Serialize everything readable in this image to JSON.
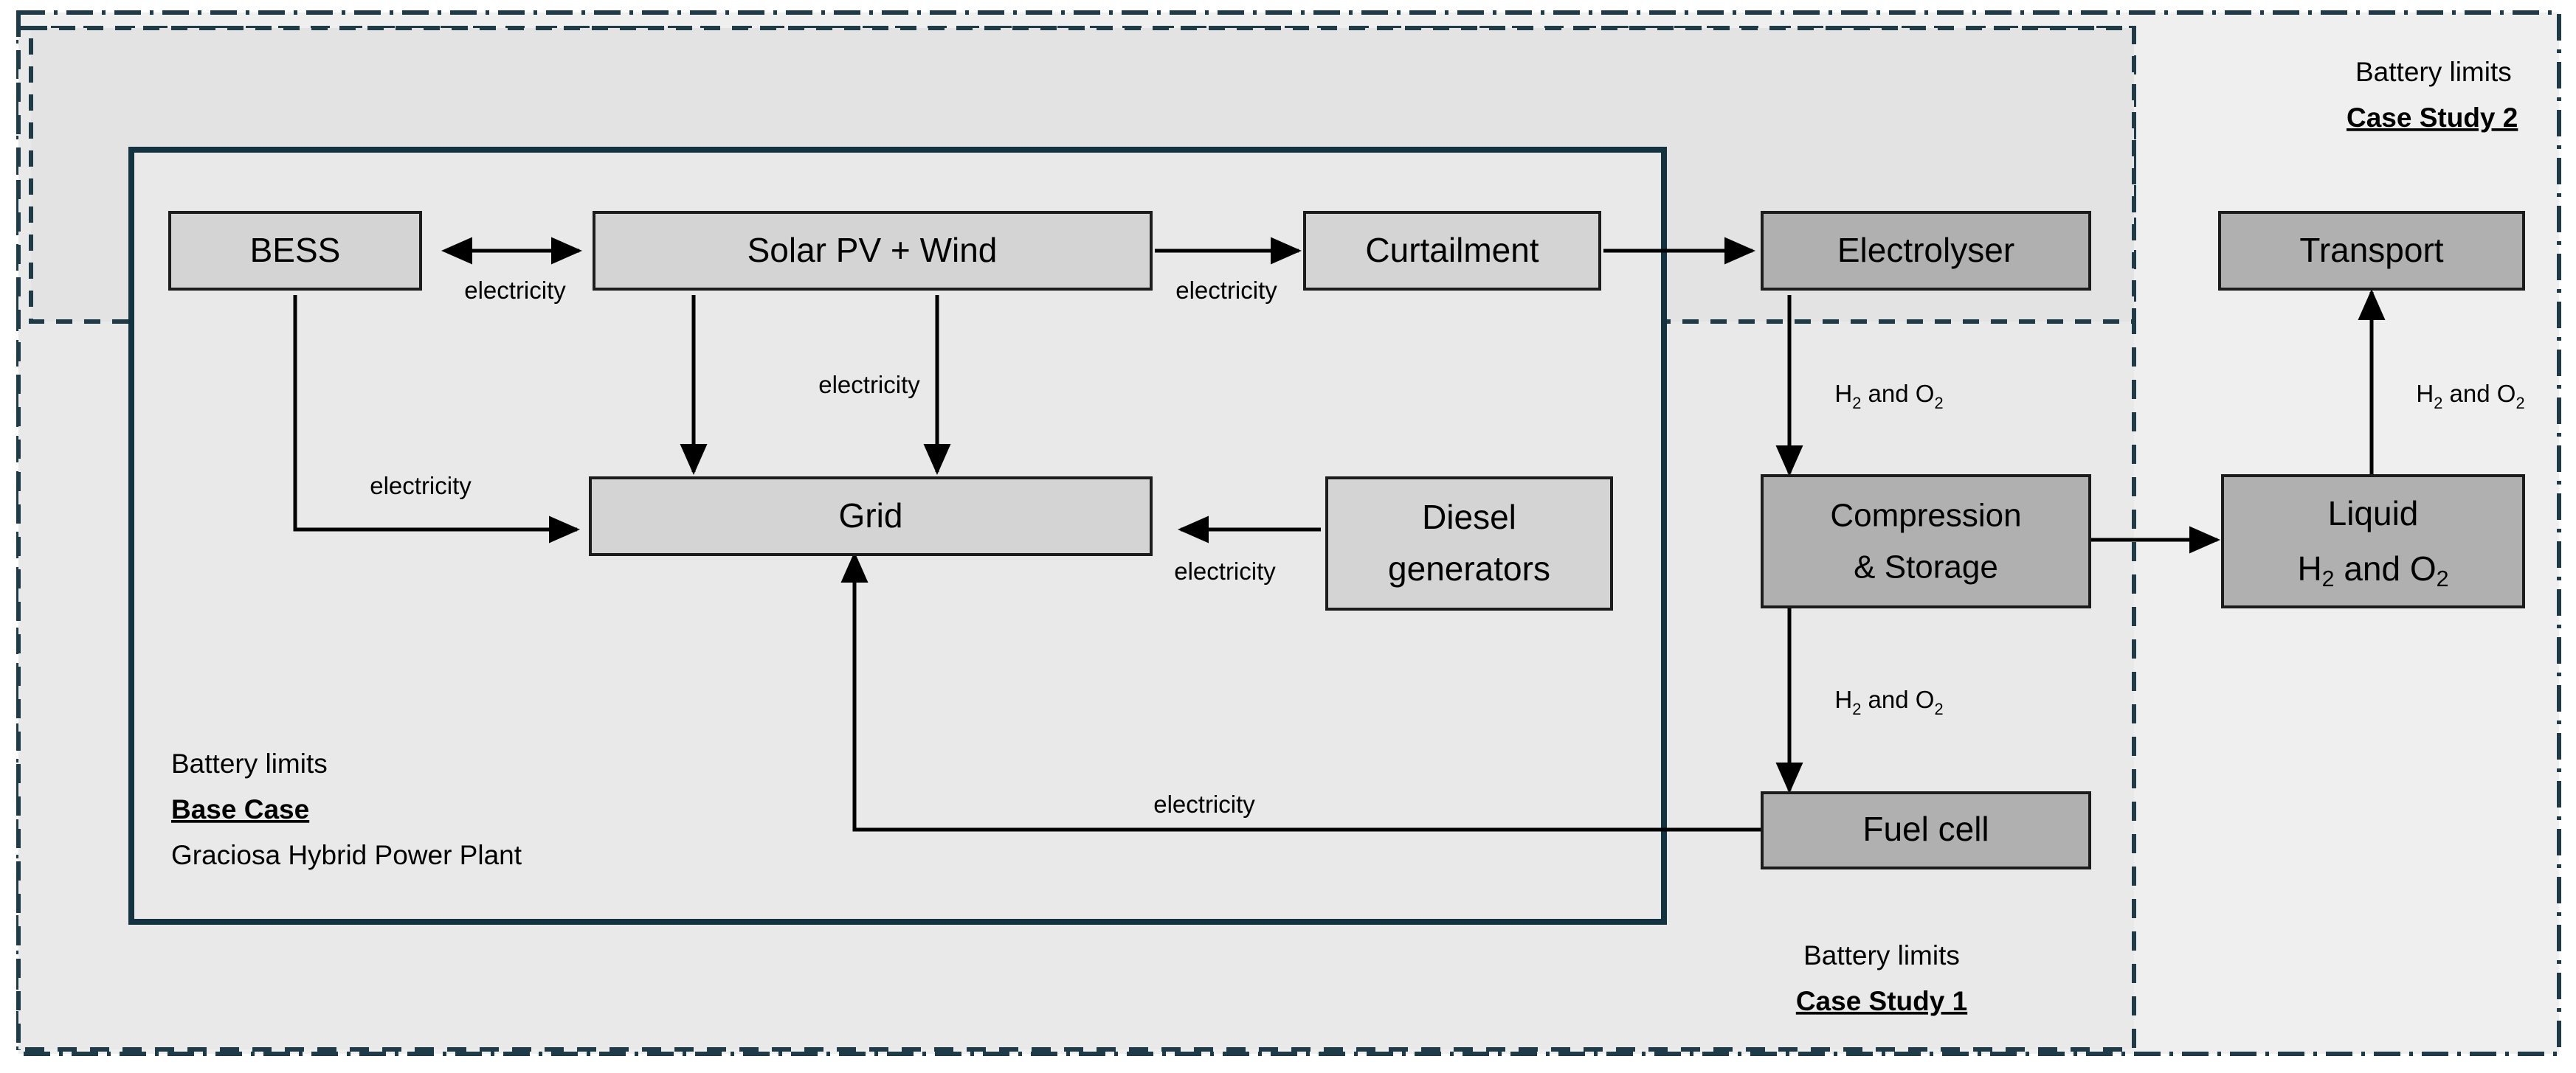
{
  "diagram": {
    "title": "Graciosa Hybrid Power Plant hydrogen integration block flow diagram",
    "colors": {
      "node_light": "#d4d4d4",
      "node_dark": "#b0b0b0",
      "zone_case1_fill": "#e6e6e6",
      "zone_case2_fill": "#efefef",
      "boundary_stroke": "#1f3b48",
      "connector_stroke": "#000000"
    },
    "nodes": {
      "bess": "BESS",
      "solar_wind": "Solar PV + Wind",
      "curtailment": "Curtailment",
      "grid": "Grid",
      "diesel_line1": "Diesel",
      "diesel_line2": "generators",
      "electrolyser": "Electrolyser",
      "compression_line1": "Compression",
      "compression_line2": "& Storage",
      "fuel_cell": "Fuel cell",
      "transport": "Transport",
      "liquid_line1": "Liquid",
      "liquid_h2": "H",
      "liquid_h2_sub": "2",
      "liquid_and": " and O",
      "liquid_o2_sub": "2"
    },
    "flow_labels": {
      "bess_solar": "electricity",
      "solar_curtailment": "electricity",
      "solar_grid": "electricity",
      "bess_grid": "electricity",
      "diesel_grid": "electricity",
      "fuelcell_grid": "electricity",
      "electrolyser_compression_h2": "H",
      "electrolyser_compression_h2_sub": "2",
      "electrolyser_compression_rest": " and O",
      "electrolyser_compression_o2_sub": "2",
      "compression_fuelcell_h2": "H",
      "compression_fuelcell_h2_sub": "2",
      "compression_fuelcell_rest": " and O",
      "compression_fuelcell_o2_sub": "2",
      "liquid_transport_h2": "H",
      "liquid_transport_h2_sub": "2",
      "liquid_transport_rest": " and O",
      "liquid_transport_o2_sub": "2"
    },
    "zones": {
      "base_case": {
        "line1": "Battery limits",
        "line2": "Base Case",
        "line3": "Graciosa Hybrid Power Plant"
      },
      "case_study_1": {
        "line1": "Battery limits",
        "line2": "Case Study 1"
      },
      "case_study_2": {
        "line1": "Battery limits",
        "line2": "Case Study 2"
      }
    }
  }
}
